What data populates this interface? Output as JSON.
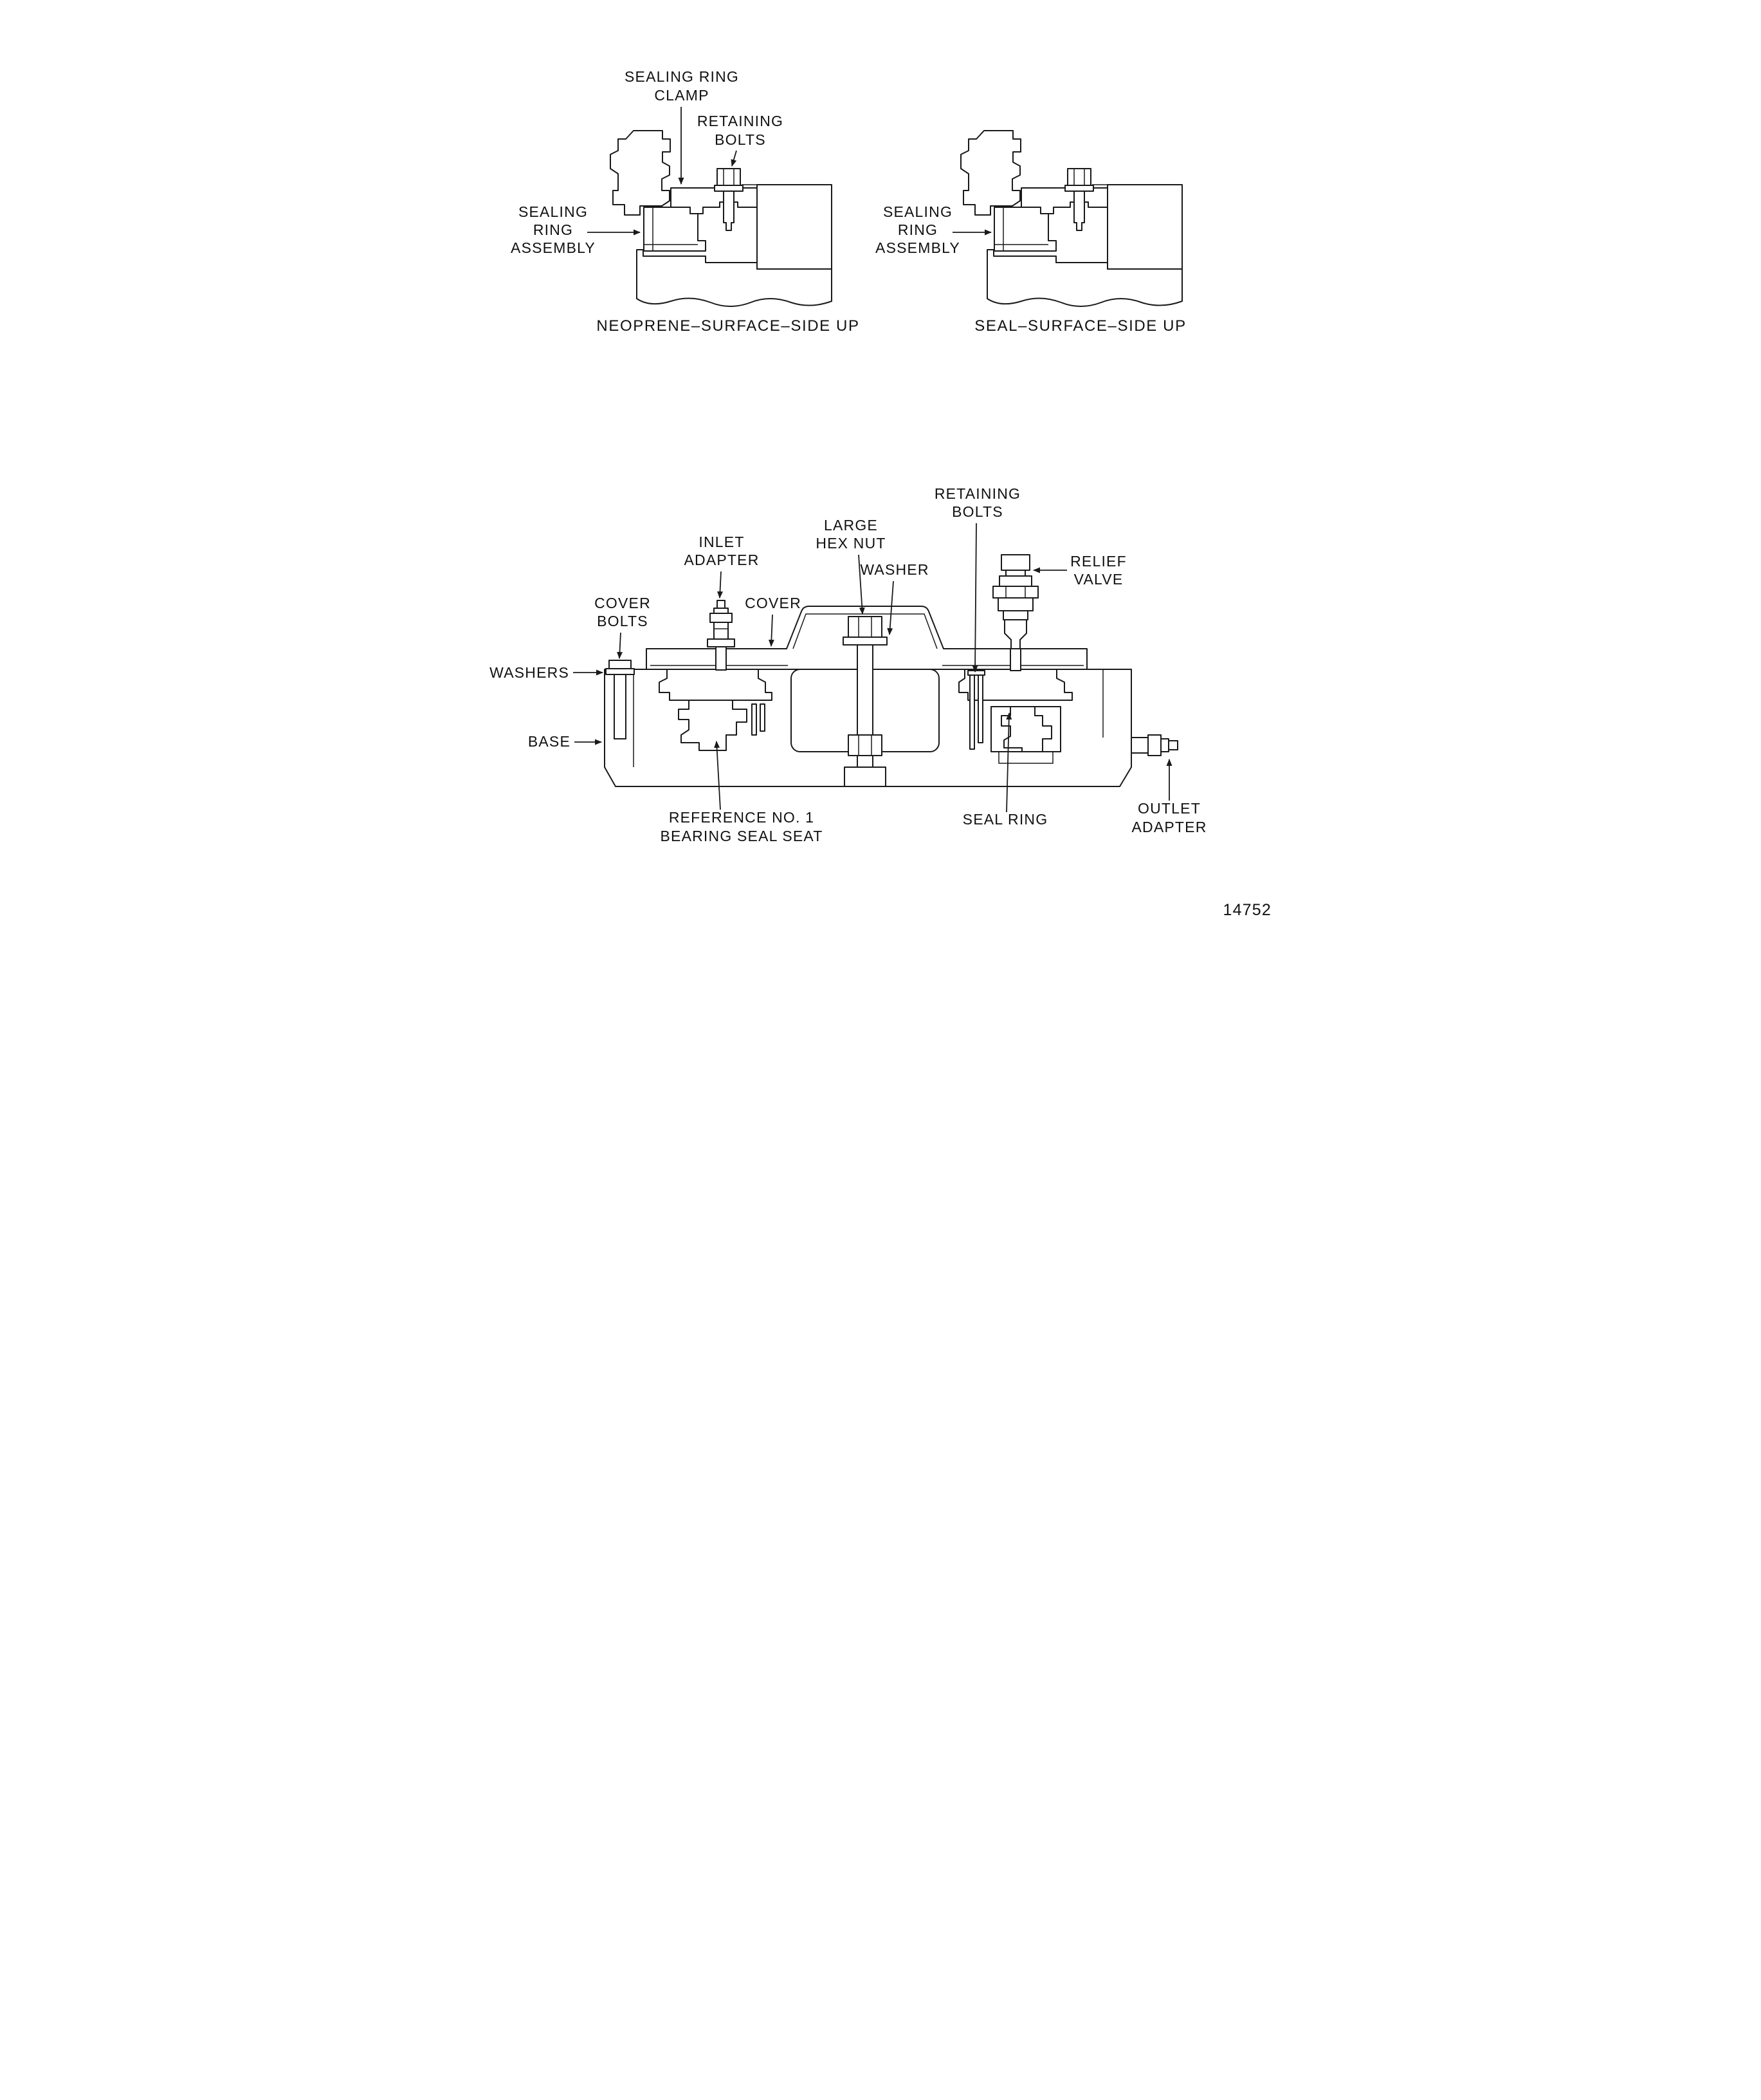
{
  "figure": {
    "number": "14752"
  },
  "colors": {
    "ink": "#1a1a1a",
    "paper": "#ffffff"
  },
  "top_left": {
    "caption": "NEOPRENE–SURFACE–SIDE UP",
    "clamp_l1": "SEALING RING",
    "clamp_l2": "CLAMP",
    "bolts_l1": "RETAINING",
    "bolts_l2": "BOLTS",
    "assy_l1": "SEALING",
    "assy_l2": "RING",
    "assy_l3": "ASSEMBLY"
  },
  "top_right": {
    "caption": "SEAL–SURFACE–SIDE UP",
    "assy_l1": "SEALING",
    "assy_l2": "RING",
    "assy_l3": "ASSEMBLY"
  },
  "bottom": {
    "retaining_l1": "RETAINING",
    "retaining_l2": "BOLTS",
    "inlet_l1": "INLET",
    "inlet_l2": "ADAPTER",
    "hexnut_l1": "LARGE",
    "hexnut_l2": "HEX NUT",
    "washer": "WASHER",
    "relief_l1": "RELIEF",
    "relief_l2": "VALVE",
    "coverbolts_l1": "COVER",
    "coverbolts_l2": "BOLTS",
    "cover": "COVER",
    "washers": "WASHERS",
    "base": "BASE",
    "reference_l1": "REFERENCE NO. 1",
    "reference_l2": "BEARING SEAL SEAT",
    "seal_ring": "SEAL RING",
    "outlet_l1": "OUTLET",
    "outlet_l2": "ADAPTER"
  }
}
